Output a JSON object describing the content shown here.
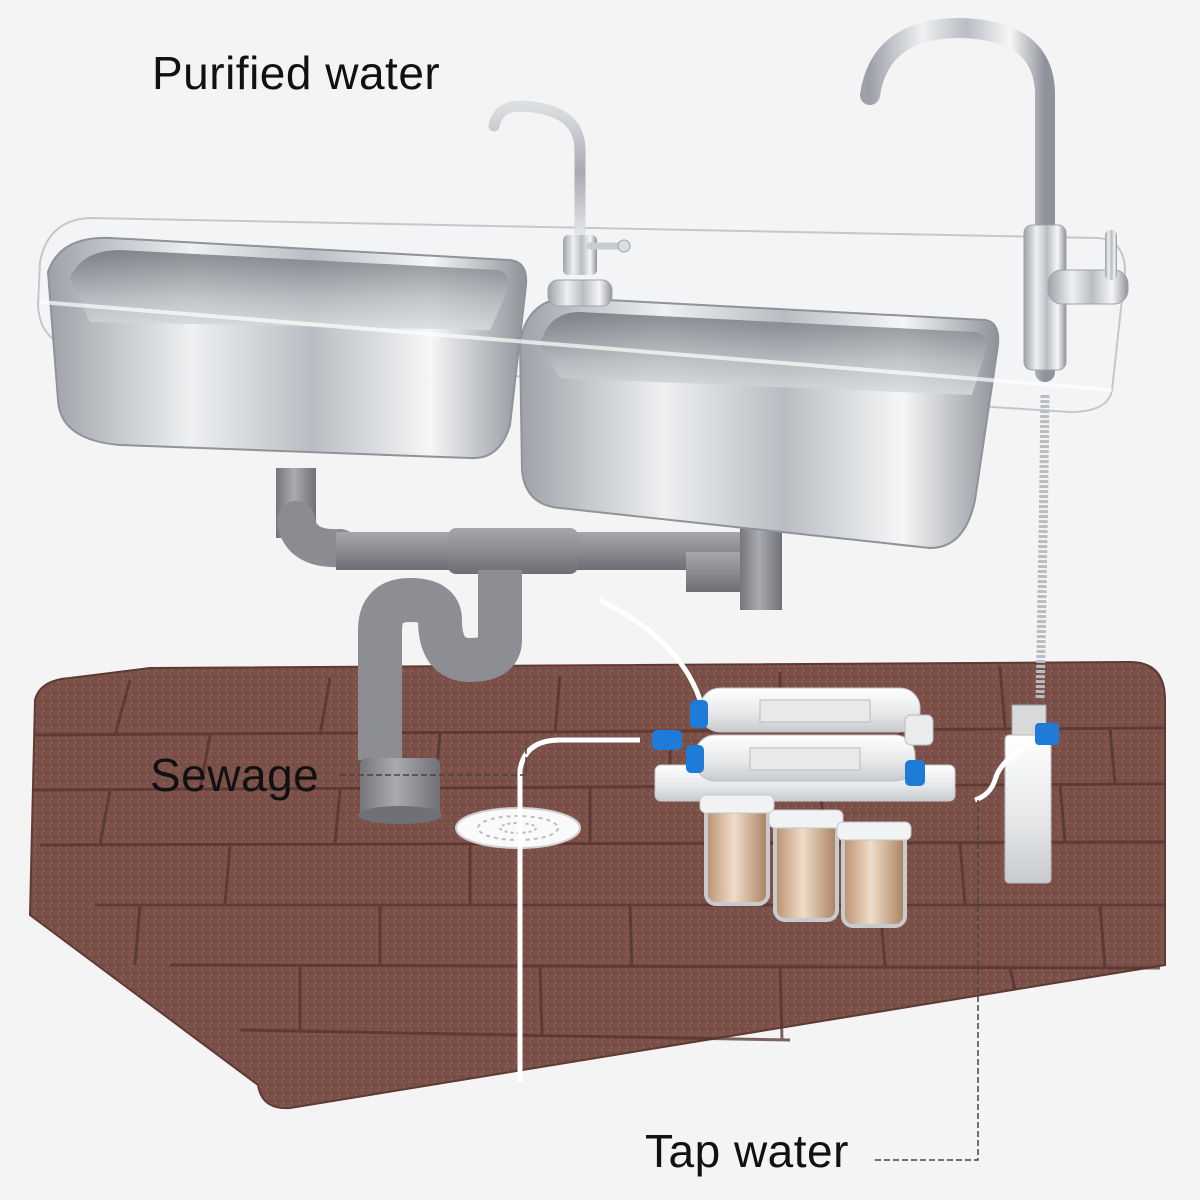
{
  "labels": {
    "purified": "Purified water",
    "sewage": "Sewage",
    "tap": "Tap water"
  },
  "components": {
    "filter_stages": 5,
    "sink_bowls": 2,
    "faucets": 2
  },
  "colors": {
    "background": "#f4f4f4",
    "floor": "#7b5048",
    "stainless": "#c9ccd0",
    "drain_pipe": "#8e9096",
    "tubing": "#ffffff",
    "valve_blue": "#1e7bd8",
    "leader_line": "#444444"
  }
}
